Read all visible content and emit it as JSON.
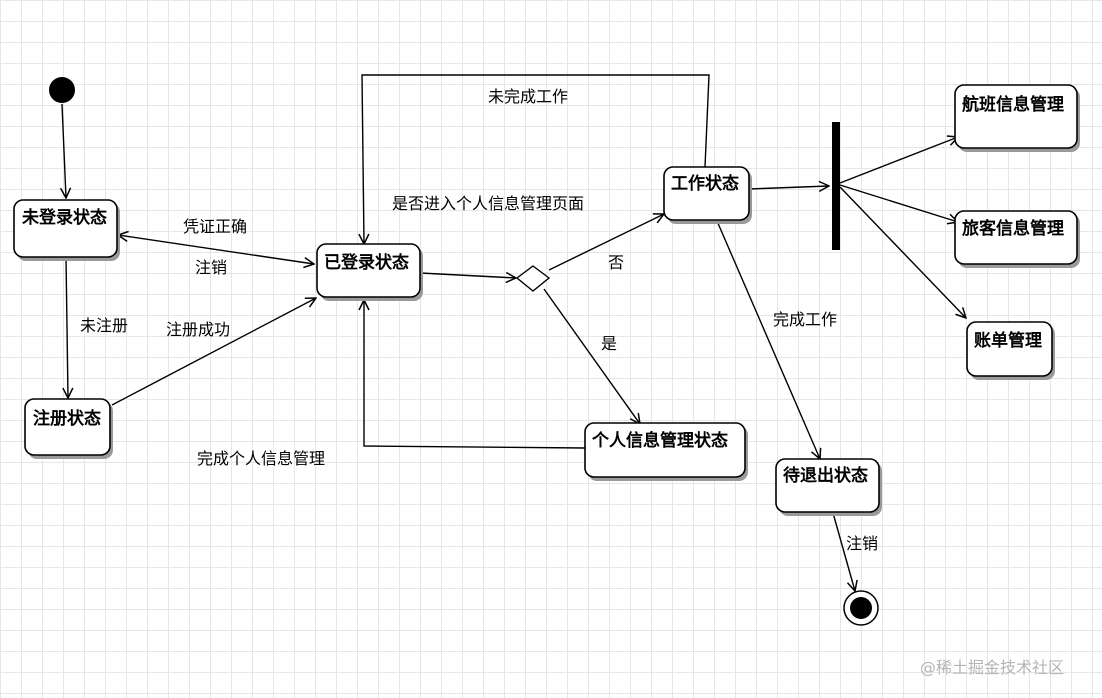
{
  "states": {
    "not_logged_in": "未登录状态",
    "registering": "注册状态",
    "logged_in": "已登录状态",
    "working": "工作状态",
    "personal_info_mgmt": "个人信息管理状态",
    "pending_exit": "待退出状态",
    "flight_info_mgmt": "航班信息管理",
    "passenger_info_mgmt": "旅客信息管理",
    "billing_mgmt": "账单管理"
  },
  "transitions": {
    "credentials_ok": "凭证正确",
    "logout_left": "注销",
    "not_registered": "未注册",
    "register_success": "注册成功",
    "enter_personal_page_q": "是否进入个人信息管理页面",
    "no": "否",
    "yes": "是",
    "unfinished_work": "未完成工作",
    "finished_work": "完成工作",
    "finished_personal_info": "完成个人信息管理",
    "logout_final": "注销"
  },
  "watermark": "@稀土掘金技术社区"
}
